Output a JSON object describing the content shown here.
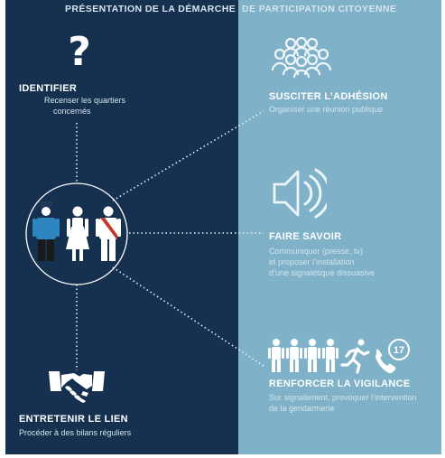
{
  "header": {
    "title_left": "PRÉSENTATION DE LA DÉMARCHE",
    "title_right": "DE PARTICIPATION CITOYENNE"
  },
  "steps": {
    "identifier": {
      "title": "IDENTIFIER",
      "desc_1": "Recenser les quartiers",
      "desc_2": "concernés",
      "icon_glyph": "?",
      "icon": "question-mark-icon"
    },
    "adhesion": {
      "title": "SUSCITER L’ADHÉSION",
      "desc_1": "Organiser une réunion publique",
      "icon": "crowd-icon"
    },
    "savoir": {
      "title": "FAIRE SAVOIR",
      "desc_1": "Communiquer (presse, tv)",
      "desc_2": "et proposer l’installation",
      "desc_3": "d’une signalétique dissuasive",
      "icon": "loudspeaker-icon"
    },
    "vigilance": {
      "title": "RENFORCER LA VIGILANCE",
      "desc_1": "Sur signalement, provoquer l’intervention",
      "desc_2": "de la gendarmerie",
      "phone_number": "17",
      "icon": "people-runner-phone-icon"
    },
    "lien": {
      "title": "ENTRETENIR LE LIEN",
      "desc_1": "Procéder à des bilans réguliers",
      "icon": "handshake-icon"
    }
  },
  "center": {
    "icon": "citizen-gendarme-mayor-icon"
  },
  "colors": {
    "left_panel": "#163050",
    "right_panel": "#7fb1c8",
    "gendarme_blue": "#2e86c1",
    "sash_red": "#c0392b"
  }
}
